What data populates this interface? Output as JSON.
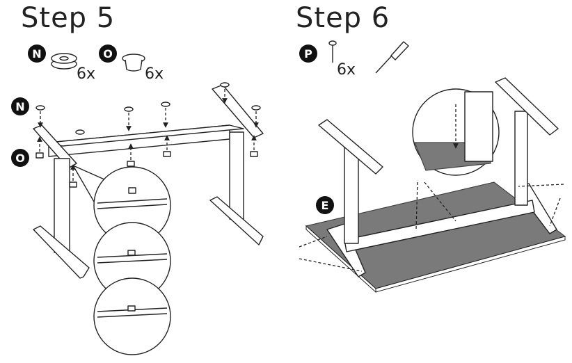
{
  "step5": {
    "title": "Step 5",
    "parts": [
      {
        "badge": "N",
        "qty": "6x"
      },
      {
        "badge": "O",
        "qty": "6x"
      }
    ],
    "callouts": [
      "N",
      "O"
    ]
  },
  "step6": {
    "title": "Step 6",
    "parts": [
      {
        "badge": "P",
        "qty": "6x"
      }
    ],
    "callouts": [
      "E"
    ]
  },
  "colors": {
    "ink": "#222222",
    "tabletop": "#7a7a7a",
    "badge_bg": "#111111"
  }
}
